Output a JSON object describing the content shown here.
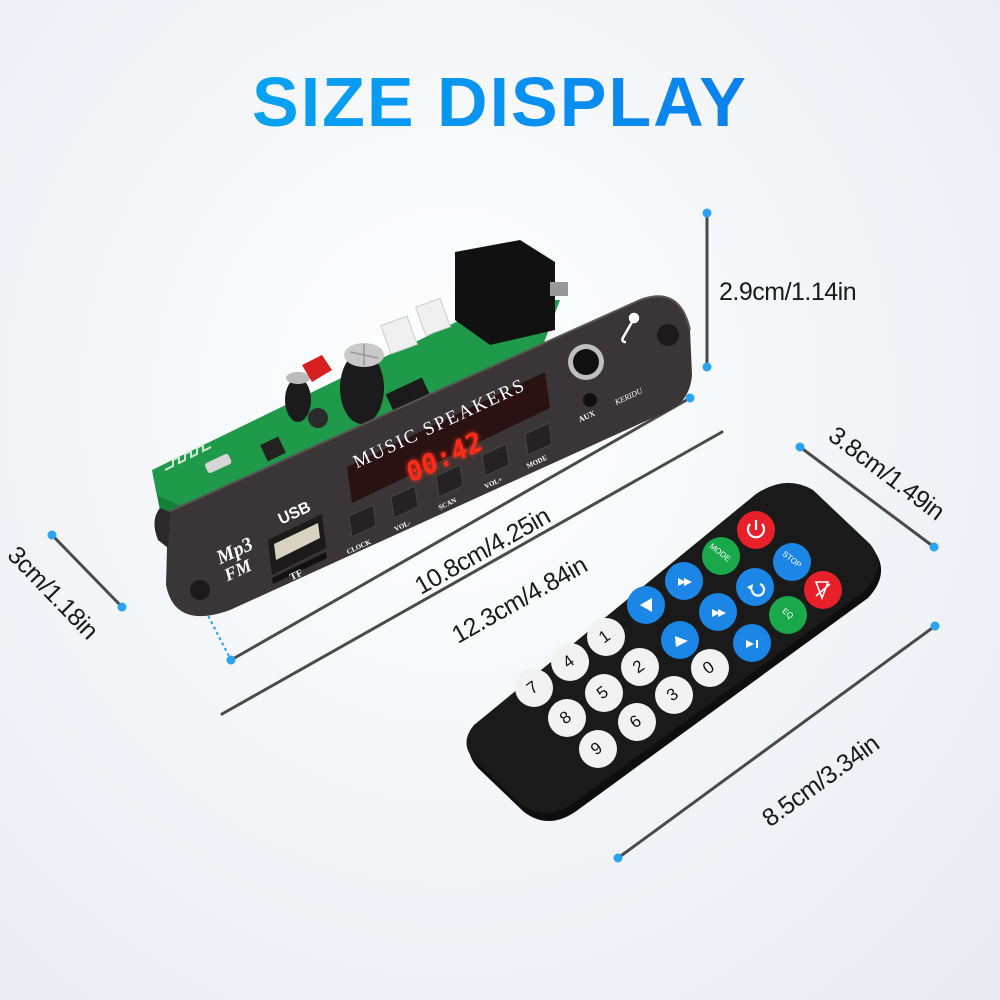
{
  "header": {
    "title": "SIZE DISPLAY"
  },
  "dimensions": {
    "board_height": "2.9cm/1.14in",
    "panel_inner_length": "10.8cm/4.25in",
    "panel_total_length": "12.3cm/4.84in",
    "panel_height": "3cm/1.18in",
    "remote_width": "3.8cm/1.49in",
    "remote_length": "8.5cm/3.34in"
  },
  "module": {
    "brand_label": "MUSIC SPEAKERS",
    "display_value": "00:42",
    "logo_line1": "Mp3",
    "logo_line2": "FM",
    "usb_label": "USB",
    "tf_label": "TF",
    "aux_label": "AUX",
    "mic_label": "KERIDU",
    "buttons": [
      "CLOCK",
      "VOL-",
      "SCAN",
      "VOL+",
      "MODE"
    ],
    "display_color": "#ff2a1a",
    "panel_color": "#3a3536",
    "pcb_color": "#1f9a4a"
  },
  "remote": {
    "colors": {
      "red": "#e8202a",
      "green": "#19a84a",
      "blue": "#1b86e6",
      "white": "#f2f2f2",
      "body": "#141414"
    },
    "keys": {
      "power": "power-icon",
      "mode": "MODE",
      "stop": "STOP",
      "mute": "mute-icon",
      "prev": "prev-icon",
      "return": "return-icon",
      "eq": "EQ",
      "vol_down": "triangle-left-icon",
      "next": "next-icon",
      "vol_up": "triangle-right-icon",
      "play_pause": "play-pause-icon",
      "digits": [
        "1",
        "2",
        "3",
        "4",
        "5",
        "6",
        "7",
        "8",
        "9",
        "0"
      ]
    }
  },
  "accent_color": "#2aa3f0"
}
